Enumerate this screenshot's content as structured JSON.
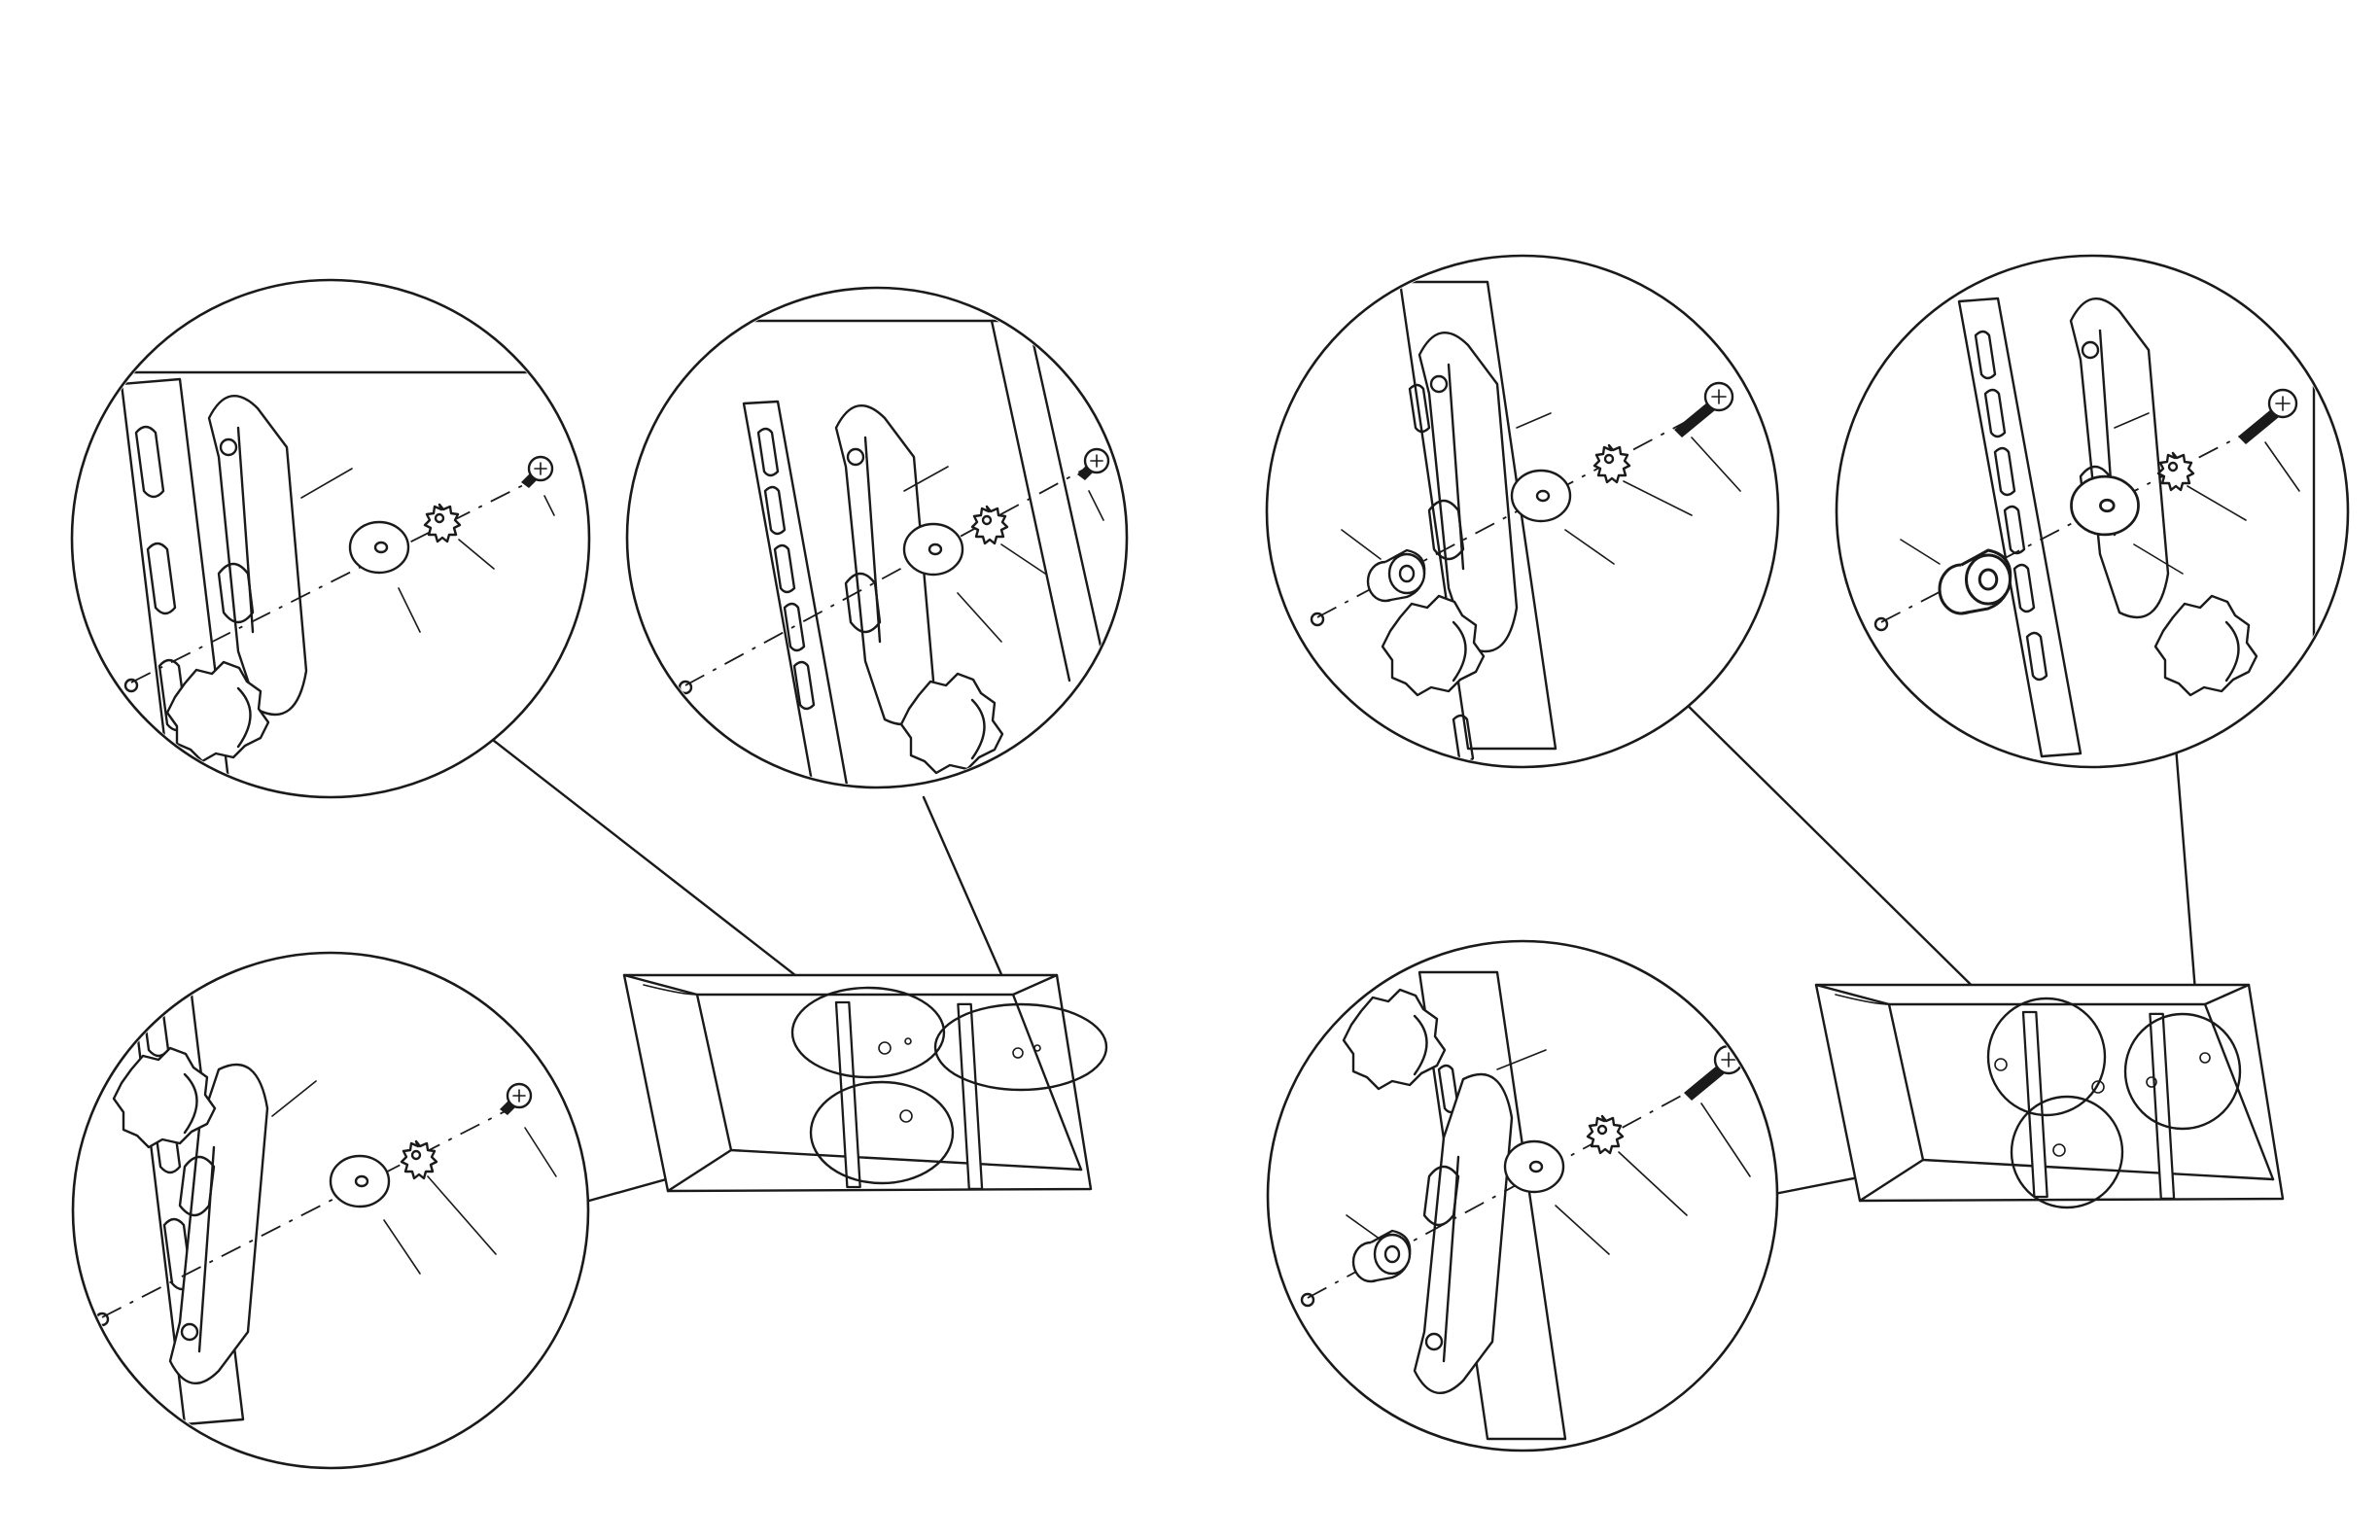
{
  "diagram": {
    "panels": [
      {
        "id": "left",
        "variant": "short-screw"
      },
      {
        "id": "right",
        "variant": "long-screw-with-spacer"
      }
    ],
    "parts_per_detail": [
      "bracket",
      "knob",
      "washer",
      "lock-washer",
      "screw",
      "spacer"
    ]
  }
}
